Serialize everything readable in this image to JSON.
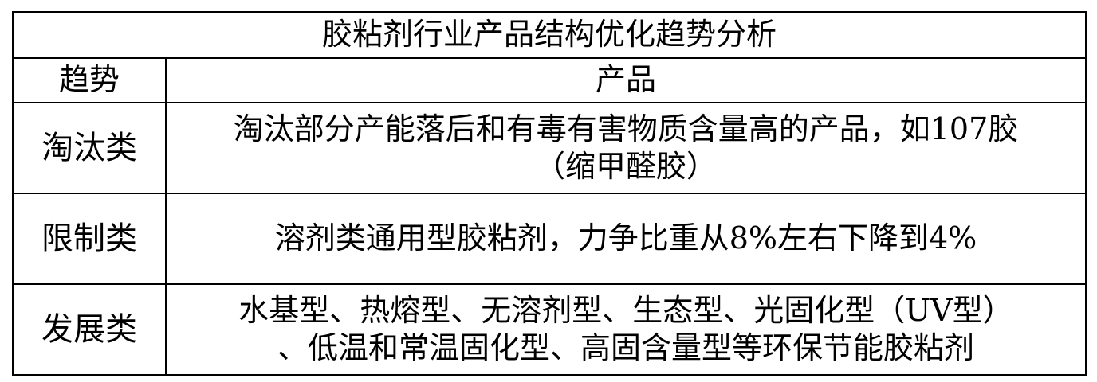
{
  "table": {
    "title": "胶粘剂行业产品结构优化趋势分析",
    "headers": {
      "trend": "趋势",
      "product": "产品"
    },
    "rows": [
      {
        "trend": "淘汰类",
        "product_lines": [
          "淘汰部分产能落后和有毒有害物质含量高的产品，如107胶",
          "（缩甲醛胶）"
        ]
      },
      {
        "trend": "限制类",
        "product_lines": [
          "溶剂类通用型胶粘剂，力争比重从8%左右下降到4%"
        ]
      },
      {
        "trend": "发展类",
        "product_lines": [
          "水基型、热熔型、无溶剂型、生态型、光固化型（UV型）",
          "、低温和常温固化型、高固含量型等环保节能胶粘剂"
        ]
      }
    ]
  }
}
